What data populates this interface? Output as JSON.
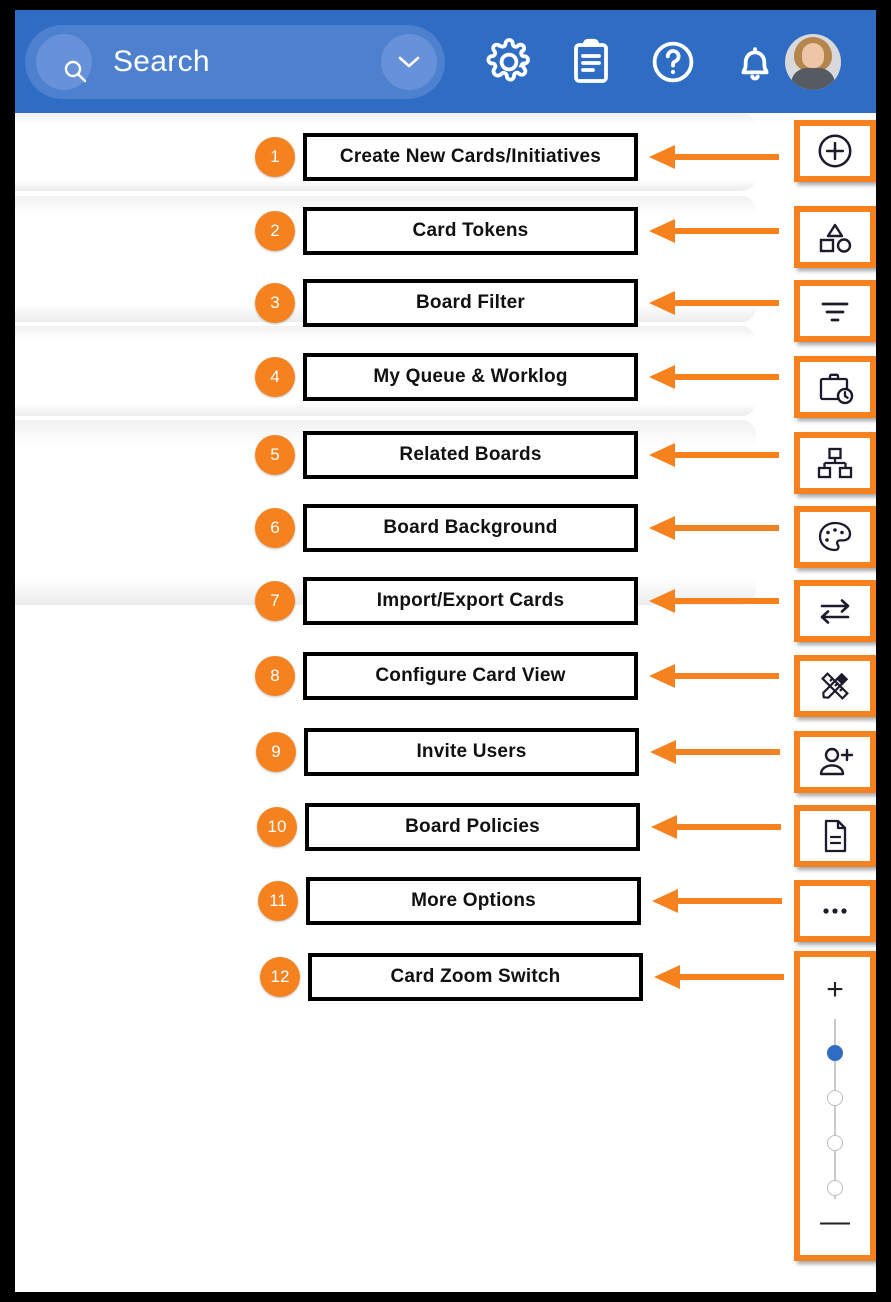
{
  "topbar": {
    "search": {
      "placeholder": "Search",
      "icon": "search-icon",
      "dropdown_icon": "chevron-down-icon"
    },
    "icons": [
      {
        "name": "gear-icon",
        "label": "Settings"
      },
      {
        "name": "clipboard-icon",
        "label": "Clipboard"
      },
      {
        "name": "help-icon",
        "label": "Help"
      },
      {
        "name": "bell-icon",
        "label": "Notifications"
      }
    ],
    "avatar": {
      "name": "avatar",
      "label": "User profile"
    },
    "background_color": "#2f6dc4",
    "pill_color": "#4d80cf"
  },
  "colors": {
    "accent_orange": "#f5821f",
    "brand_blue": "#2f6dc4",
    "outline_black": "#000000",
    "box_white": "#ffffff"
  },
  "callouts": [
    {
      "number": "1",
      "label": "Create New Cards/Initiatives",
      "icon": "plus-circle-icon"
    },
    {
      "number": "2",
      "label": "Card Tokens",
      "icon": "shapes-icon"
    },
    {
      "number": "3",
      "label": "Board Filter",
      "icon": "filter-icon"
    },
    {
      "number": "4",
      "label": "My Queue & Worklog",
      "icon": "briefcase-clock-icon"
    },
    {
      "number": "5",
      "label": "Related Boards",
      "icon": "org-chart-icon"
    },
    {
      "number": "6",
      "label": "Board Background",
      "icon": "palette-icon"
    },
    {
      "number": "7",
      "label": "Import/Export Cards",
      "icon": "import-export-arrows-icon"
    },
    {
      "number": "8",
      "label": "Configure Card View",
      "icon": "pencil-ruler-icon"
    },
    {
      "number": "9",
      "label": "Invite Users",
      "icon": "user-plus-icon"
    },
    {
      "number": "10",
      "label": "Board Policies",
      "icon": "document-icon"
    },
    {
      "number": "11",
      "label": "More Options",
      "icon": "ellipsis-icon"
    },
    {
      "number": "12",
      "label": "Card Zoom Switch",
      "icon": "zoom-slider-icon"
    }
  ],
  "zoom_switch": {
    "increase_label": "+",
    "decrease_label": "—",
    "levels": 4,
    "selected_level": 1,
    "selected_color": "#2f6dc4"
  }
}
